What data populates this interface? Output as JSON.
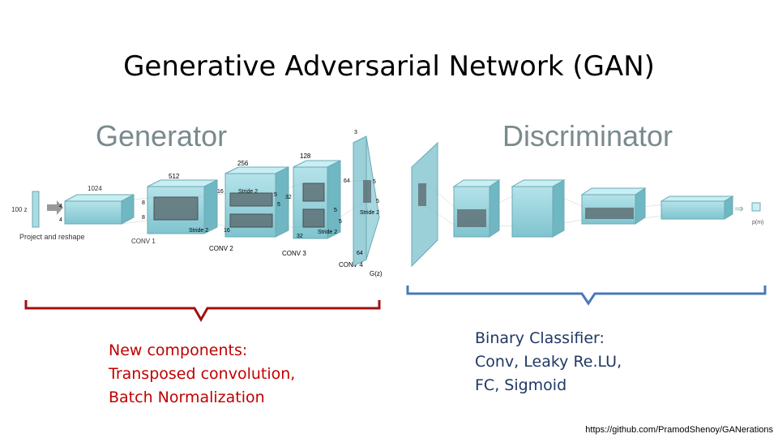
{
  "title": "Generative Adversarial Network (GAN)",
  "figure": {
    "generator_heading": "Generator",
    "discriminator_heading": "Discriminator",
    "input_label": "100 z",
    "project_label": "Project and reshape",
    "conv1": "CONV 1",
    "conv2": "CONV 2",
    "conv3": "CONV 3",
    "conv4": "CONV 4",
    "gz": "G(z)",
    "output_label": "p(m)",
    "dims": {
      "d1024": "1024",
      "d512": "512",
      "d256": "256",
      "d128": "128",
      "d3": "3",
      "d4a": "4",
      "d4b": "4",
      "d8a": "8",
      "d8b": "8",
      "d16a": "16",
      "d16b": "16",
      "d32a": "32",
      "d32b": "32",
      "d64a": "64",
      "d64b": "64",
      "d5a": "5",
      "d5b": "5",
      "d5c": "5",
      "d5d": "5",
      "d5e": "5",
      "d5f": "5"
    },
    "stride": "Stride 2"
  },
  "captions": {
    "left": [
      "New components:",
      "Transposed convolution,",
      "Batch Normalization"
    ],
    "right": [
      "Binary Classifier:",
      "Conv, Leaky Re.LU,",
      "FC, Sigmoid"
    ]
  },
  "source": "https://github.com/PramodShenoy/GANerations",
  "colors": {
    "left_brace": "#a01010",
    "right_brace": "#4a78b8",
    "block": "#8fd0db",
    "block_dark": "#5aa9b6"
  }
}
